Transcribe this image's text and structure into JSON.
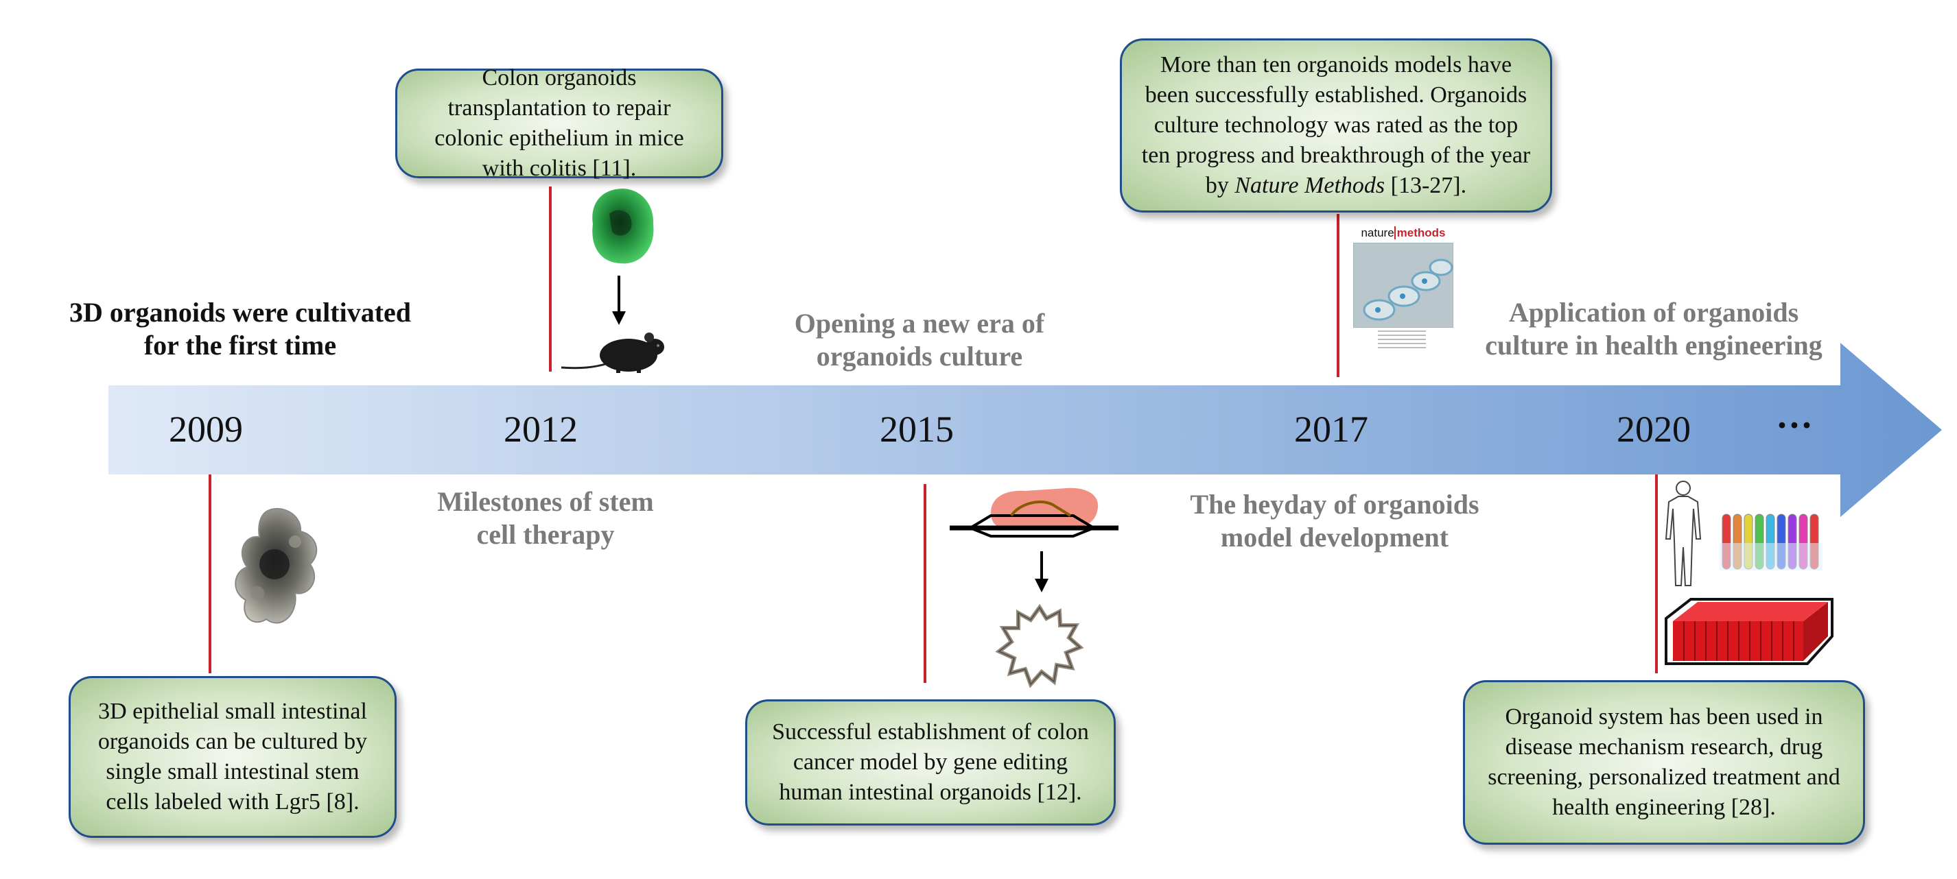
{
  "timeline": {
    "years": [
      "2009",
      "2012",
      "2015",
      "2017",
      "2020"
    ],
    "ellipsis": "···"
  },
  "headings": {
    "h2009": "3D organoids were cultivated for the first time",
    "h2012": "Milestones of stem cell therapy",
    "h2015": "Opening a new era of organoids culture",
    "h2017": "The heyday of organoids model development",
    "h2020": "Application of organoids culture in health engineering"
  },
  "boxes": {
    "b2009": "3D epithelial small intestinal organoids can be cultured by single small intestinal stem cells labeled with Lgr5 [8].",
    "b2012": "Colon organoids transplantation to repair colonic epithelium in mice with colitis [11].",
    "b2015": "Successful establishment of colon cancer model by gene editing human intestinal organoids [12].",
    "b2017_pre": "More than ten organoids models have been successfully established. Organoids culture technology was rated as the top ten progress and breakthrough of the year by ",
    "b2017_journal": "Nature Methods",
    "b2017_post": " [13-27].",
    "b2020": "Organoid system has been used in disease mechanism research, drug screening, personalized treatment and health engineering [28]."
  },
  "images": {
    "journal_name_left": "nature",
    "journal_name_right": "methods"
  },
  "colors": {
    "arrow_start": "#dde8f6",
    "arrow_end": "#6f9bd4",
    "connector": "#c8232c",
    "box_border": "#1f4e8a",
    "box_fill": "#d5e6c7"
  }
}
